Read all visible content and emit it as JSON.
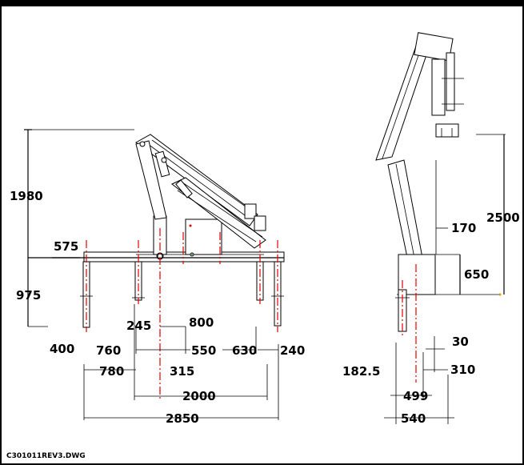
{
  "drawing": {
    "filename": "C301011REV3.DWG",
    "side_view": {
      "dims": {
        "d1980": "1980",
        "d575": "575",
        "d975": "975",
        "d245": "245",
        "d800": "800",
        "d400": "400",
        "d760": "760",
        "d550": "550",
        "d630": "630",
        "d240": "240",
        "d780": "780",
        "d315": "315",
        "d2000": "2000",
        "d2850": "2850"
      }
    },
    "end_view": {
      "dims": {
        "d2500": "2500",
        "d170": "170",
        "d650": "650",
        "d30": "30",
        "d310": "310",
        "d182": "182.5",
        "d499": "499",
        "d540": "540"
      }
    }
  },
  "colors": {
    "line": "#000000",
    "centerline": "#e00000",
    "accent": "#d4a000"
  }
}
